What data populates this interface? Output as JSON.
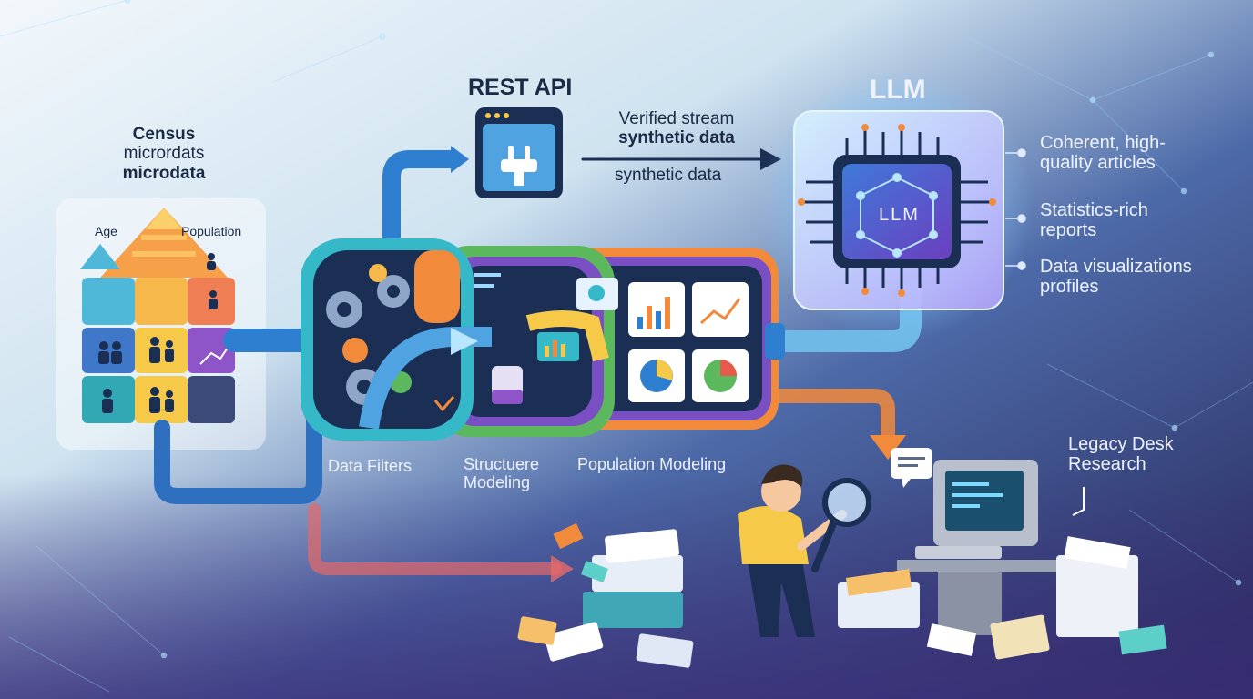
{
  "census": {
    "title_lines": [
      "Census",
      "micrordats",
      "microdata"
    ],
    "age_label": "Age",
    "population_label": "Population"
  },
  "rest_api": {
    "label": "REST API"
  },
  "stream": {
    "line1": "Verified stream",
    "line2": "synthetic  data",
    "line3": "synthetic data"
  },
  "llm": {
    "title": "LLM",
    "chip_label": "LLM"
  },
  "outputs": [
    {
      "lines": [
        "Coherent, high-",
        "quality articles"
      ]
    },
    {
      "lines": [
        "Statistics-rich",
        "reports"
      ]
    },
    {
      "lines": [
        "Data visualizations",
        "profiles"
      ]
    }
  ],
  "stages": {
    "filters": "Data Filters",
    "structure_lines": [
      "Structuere",
      "Modeling"
    ],
    "population": "Population Modeling"
  },
  "legacy": {
    "lines": [
      "Legacy Desk",
      "Research"
    ]
  },
  "colors": {
    "bg_left": "#eef4fa",
    "bg_right": "#2a2e6e",
    "teal": "#35b8c8",
    "blue": "#2f7fd0",
    "orange": "#f28a3c",
    "purple": "#7a4fc4",
    "green": "#5cb85c",
    "yellow": "#f7c948",
    "navy": "#1b2f55",
    "pink": "#e66a9a"
  }
}
